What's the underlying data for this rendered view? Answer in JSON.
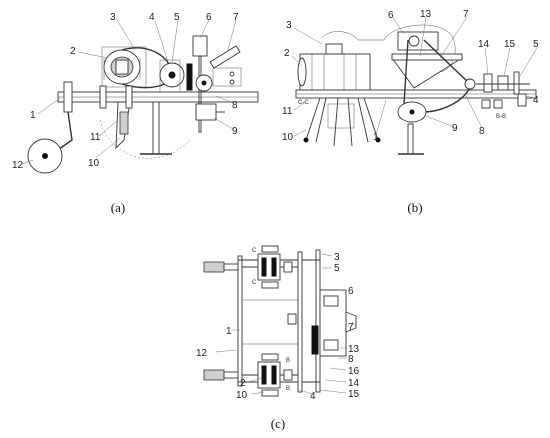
{
  "panels": {
    "a": {
      "caption": "(a)",
      "labels": [
        "1",
        "2",
        "3",
        "4",
        "5",
        "6",
        "7",
        "8",
        "9",
        "10",
        "11",
        "12"
      ]
    },
    "b": {
      "caption": "(b)",
      "labels": [
        "1",
        "2",
        "3",
        "4",
        "5",
        "6",
        "7",
        "8",
        "9",
        "10",
        "11",
        "13",
        "14",
        "15"
      ],
      "sections": [
        "C-C",
        "B-B"
      ]
    },
    "c": {
      "caption": "(c)",
      "labels": [
        "1",
        "2",
        "3",
        "4",
        "5",
        "6",
        "7",
        "8",
        "10",
        "12",
        "13",
        "14",
        "15",
        "16"
      ],
      "sections": [
        "C",
        "C",
        "B",
        "B"
      ]
    }
  }
}
